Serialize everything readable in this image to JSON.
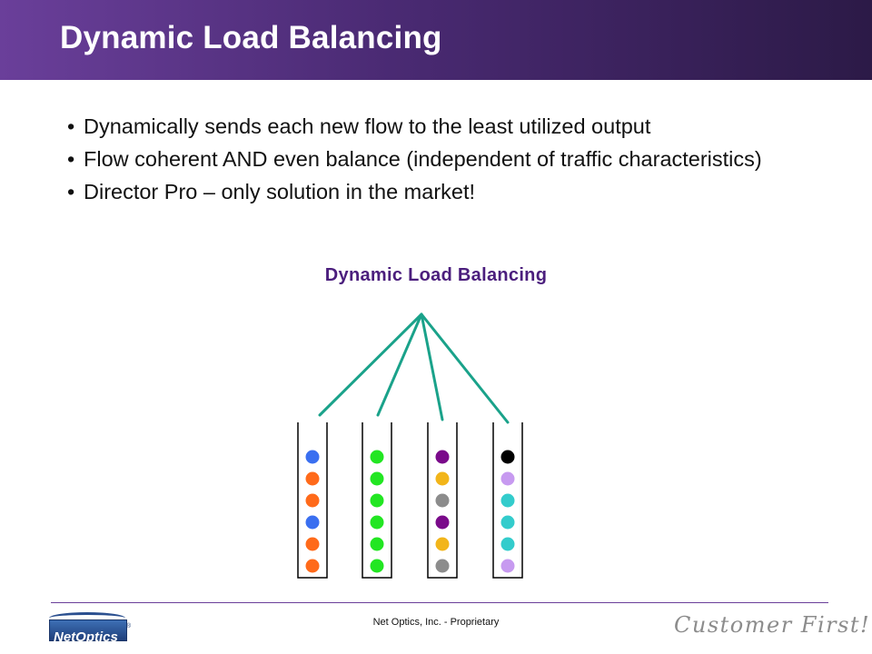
{
  "slide": {
    "title": "Dynamic Load Balancing",
    "bullets": [
      "Dynamically sends each new flow to the least utilized output",
      "Flow coherent AND even balance (independent of traffic characteristics)",
      "Director Pro – only solution in the market!"
    ]
  },
  "diagram": {
    "title": "Dynamic Load Balancing",
    "line_color": "#1aa28a",
    "queues": [
      {
        "name": "queue-1",
        "dots": [
          "#3a6ff0",
          "#ff6a1a",
          "#ff6a1a",
          "#3a6ff0",
          "#ff6a1a",
          "#ff6a1a"
        ]
      },
      {
        "name": "queue-2",
        "dots": [
          "#22e622",
          "#22e622",
          "#22e622",
          "#22e622",
          "#22e622",
          "#22e622"
        ]
      },
      {
        "name": "queue-3",
        "dots": [
          "#7a0a8a",
          "#f2b51a",
          "#8c8c8c",
          "#7a0a8a",
          "#f2b51a",
          "#8c8c8c"
        ]
      },
      {
        "name": "queue-4",
        "dots": [
          "#000000",
          "#c79af0",
          "#33cccc",
          "#33cccc",
          "#33cccc",
          "#c79af0"
        ]
      }
    ]
  },
  "footer": {
    "logo_text": "NetOptics",
    "logo_mark": "®",
    "center_text": "Net Optics, Inc. - Proprietary",
    "tagline": "Customer First!",
    "line_color": "#6a3f9a"
  }
}
